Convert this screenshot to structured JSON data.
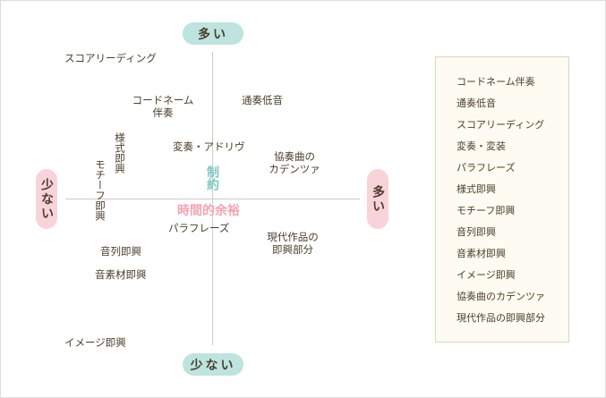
{
  "axes": {
    "top": "多い",
    "bottom": "少ない",
    "left": "少ない",
    "right": "多い",
    "vertical_title": "制約",
    "horizontal_title": "時間的余裕"
  },
  "colors": {
    "vertical_axis": "#7fc8c2",
    "horizontal_axis": "#f3a3b5",
    "pill_vertical": "#bde4df",
    "pill_horizontal": "#f9d3da"
  },
  "items": {
    "score_reading": "スコアリーディング",
    "chord_name_1": "コードネーム",
    "chord_name_2": "伴奏",
    "basso_continuo": "通奏低音",
    "style": "様式即興",
    "motif": "モチーフ即興",
    "variation": "変奏・アドリヴ",
    "cadenza_1": "協奏曲の",
    "cadenza_2": "カデンツァ",
    "paraphrase": "パラフレーズ",
    "modern_1": "現代作品の",
    "modern_2": "即興部分",
    "tone_row": "音列即興",
    "material": "音素材即興",
    "image": "イメージ即興"
  },
  "legend": [
    "コードネーム伴奏",
    "通奏低音",
    "スコアリーディング",
    "変奏・変装",
    "パラフレーズ",
    "様式即興",
    "モチーフ即興",
    "音列即興",
    "音素材即興",
    "イメージ即興",
    "協奏曲のカデンツァ",
    "現代作品の即興部分"
  ]
}
